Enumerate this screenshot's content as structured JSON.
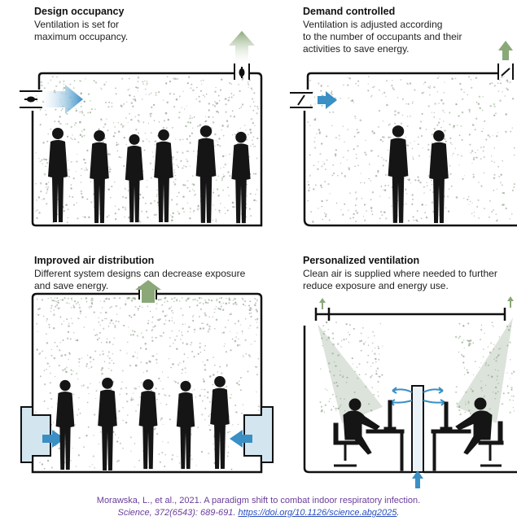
{
  "panels": [
    {
      "title": "Design occupancy",
      "description": "Ventilation is set for\nmaximum occupancy."
    },
    {
      "title": "Demand controlled",
      "description": "Ventilation is adjusted according\nto the number of occupants and their\nactivities to save energy."
    },
    {
      "title": "Improved air distribution",
      "description": "Different system designs can decrease exposure\nand save energy."
    },
    {
      "title": "Personalized ventilation",
      "description": "Clean air is supplied where needed to further\nreduce exposure and energy use."
    }
  ],
  "citation": {
    "line1": "Morawska, L., et al., 2021. A paradigm shift to combat indoor respiratory infection.",
    "line2_prefix": "Science, 372(6543): 689-691. ",
    "doi": "https://doi.org/10.1126/science.abg2025",
    "line2_suffix": "."
  },
  "colors": {
    "exhaust_arrow": "#8aa878",
    "supply_arrow": "#3a8fc4",
    "duct_fill": "#d3e6f0",
    "particles": "#9caf98",
    "silhouette": "#151515",
    "citation": "#6a3d9a",
    "doi_link": "#2a4fbf"
  }
}
